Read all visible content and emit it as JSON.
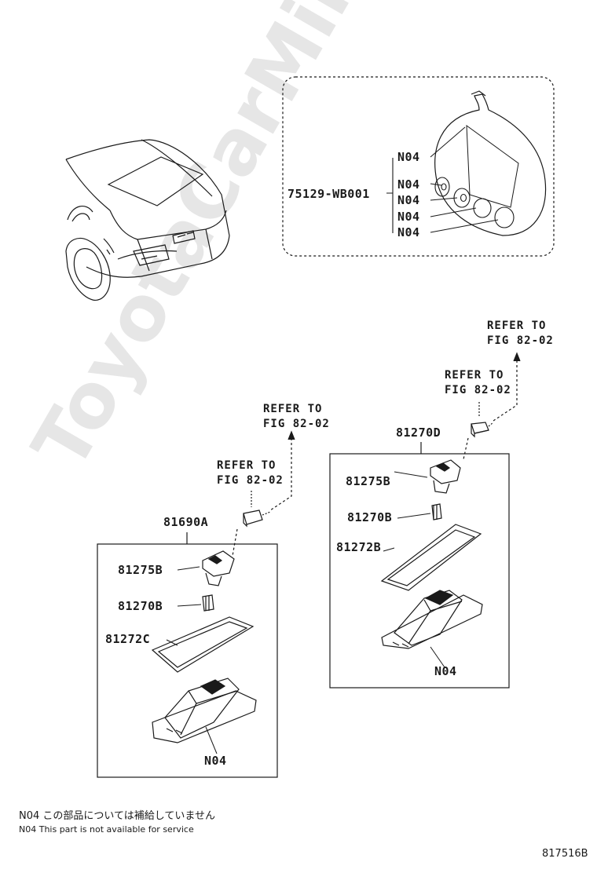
{
  "watermark": "ToyotaCarMine.ru",
  "inset": {
    "part_number": "75129-WB001",
    "callouts": [
      "N04",
      "N04",
      "N04",
      "N04",
      "N04"
    ]
  },
  "right_assembly": {
    "title": "81270D",
    "socket": "81275B",
    "bulb": "81270B",
    "gasket": "81272B",
    "lens": "N04",
    "refer_upper": [
      "REFER TO",
      "FIG 82-02"
    ],
    "refer_lower": [
      "REFER TO",
      "FIG 82-02"
    ]
  },
  "left_assembly": {
    "title": "81690A",
    "socket": "81275B",
    "bulb": "81270B",
    "gasket": "81272C",
    "lens": "N04",
    "refer_upper": [
      "REFER TO",
      "FIG 82-02"
    ],
    "refer_lower": [
      "REFER TO",
      "FIG 82-02"
    ]
  },
  "notes": {
    "jp": "N04 この部品については補給していません",
    "en": "N04 This part is not available for service"
  },
  "figure_id": "817516B"
}
